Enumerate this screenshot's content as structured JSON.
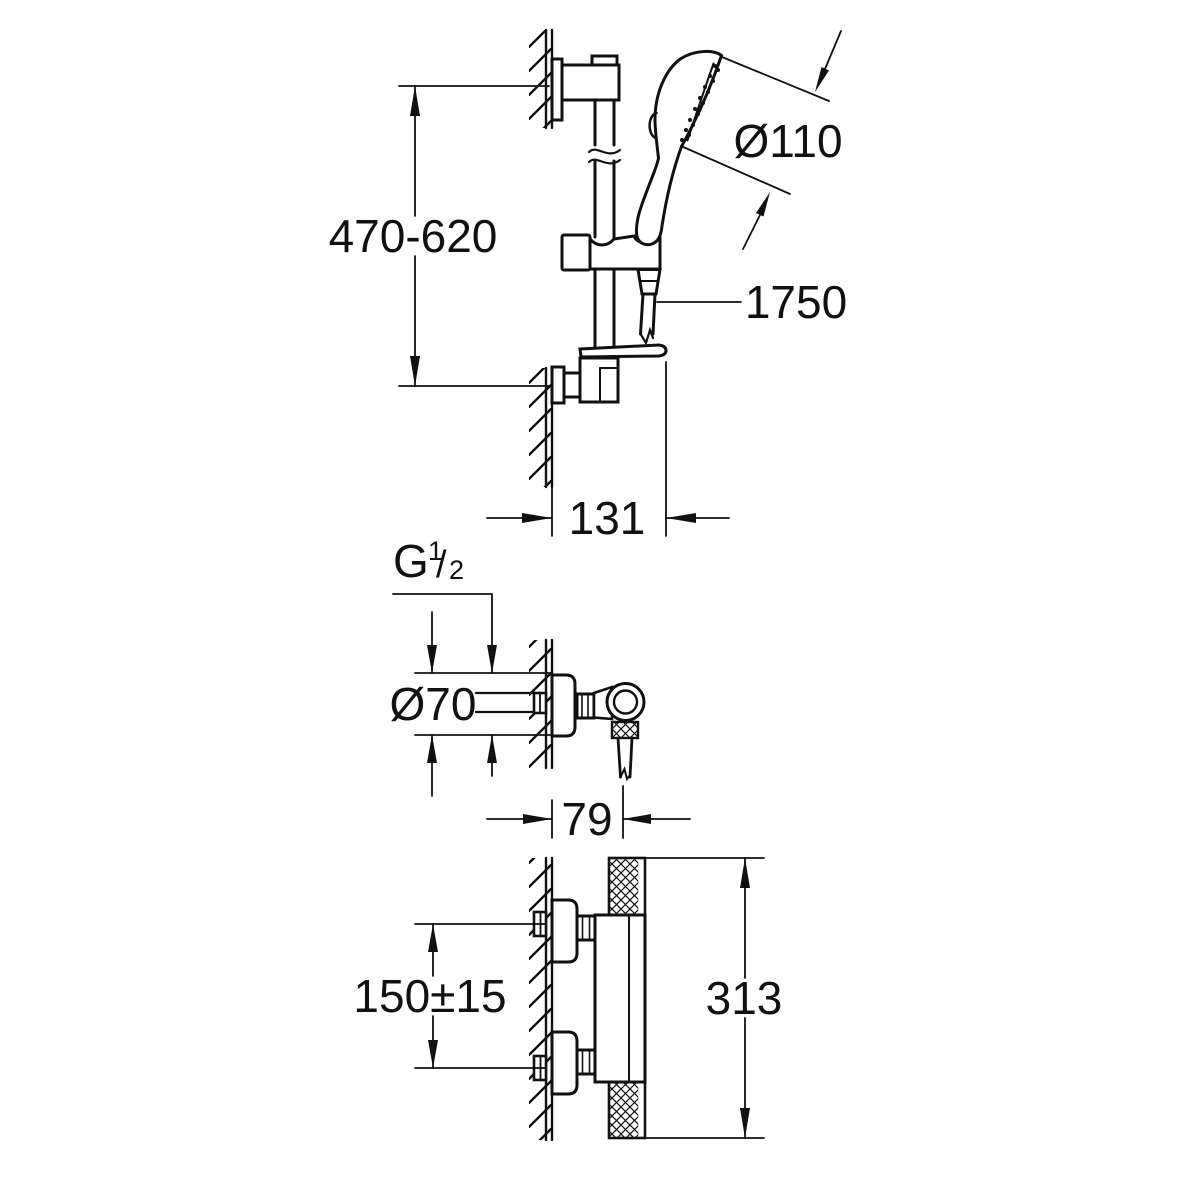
{
  "drawing": {
    "colors": {
      "background": "#ffffff",
      "line": "#111111"
    },
    "dimensions": {
      "rail_height_range": "470-620",
      "handshower_diameter": "Ø110",
      "hose_length": "1750",
      "rail_wall_offset": "131",
      "thread_letter": "G",
      "thread_numerator": "1",
      "thread_fraction_slash": "/",
      "thread_denominator": "2",
      "rosette_diameter": "Ø70",
      "elbow_projection": "79",
      "inlet_center_distance": "150±15",
      "mixer_overall_height": "313"
    }
  }
}
